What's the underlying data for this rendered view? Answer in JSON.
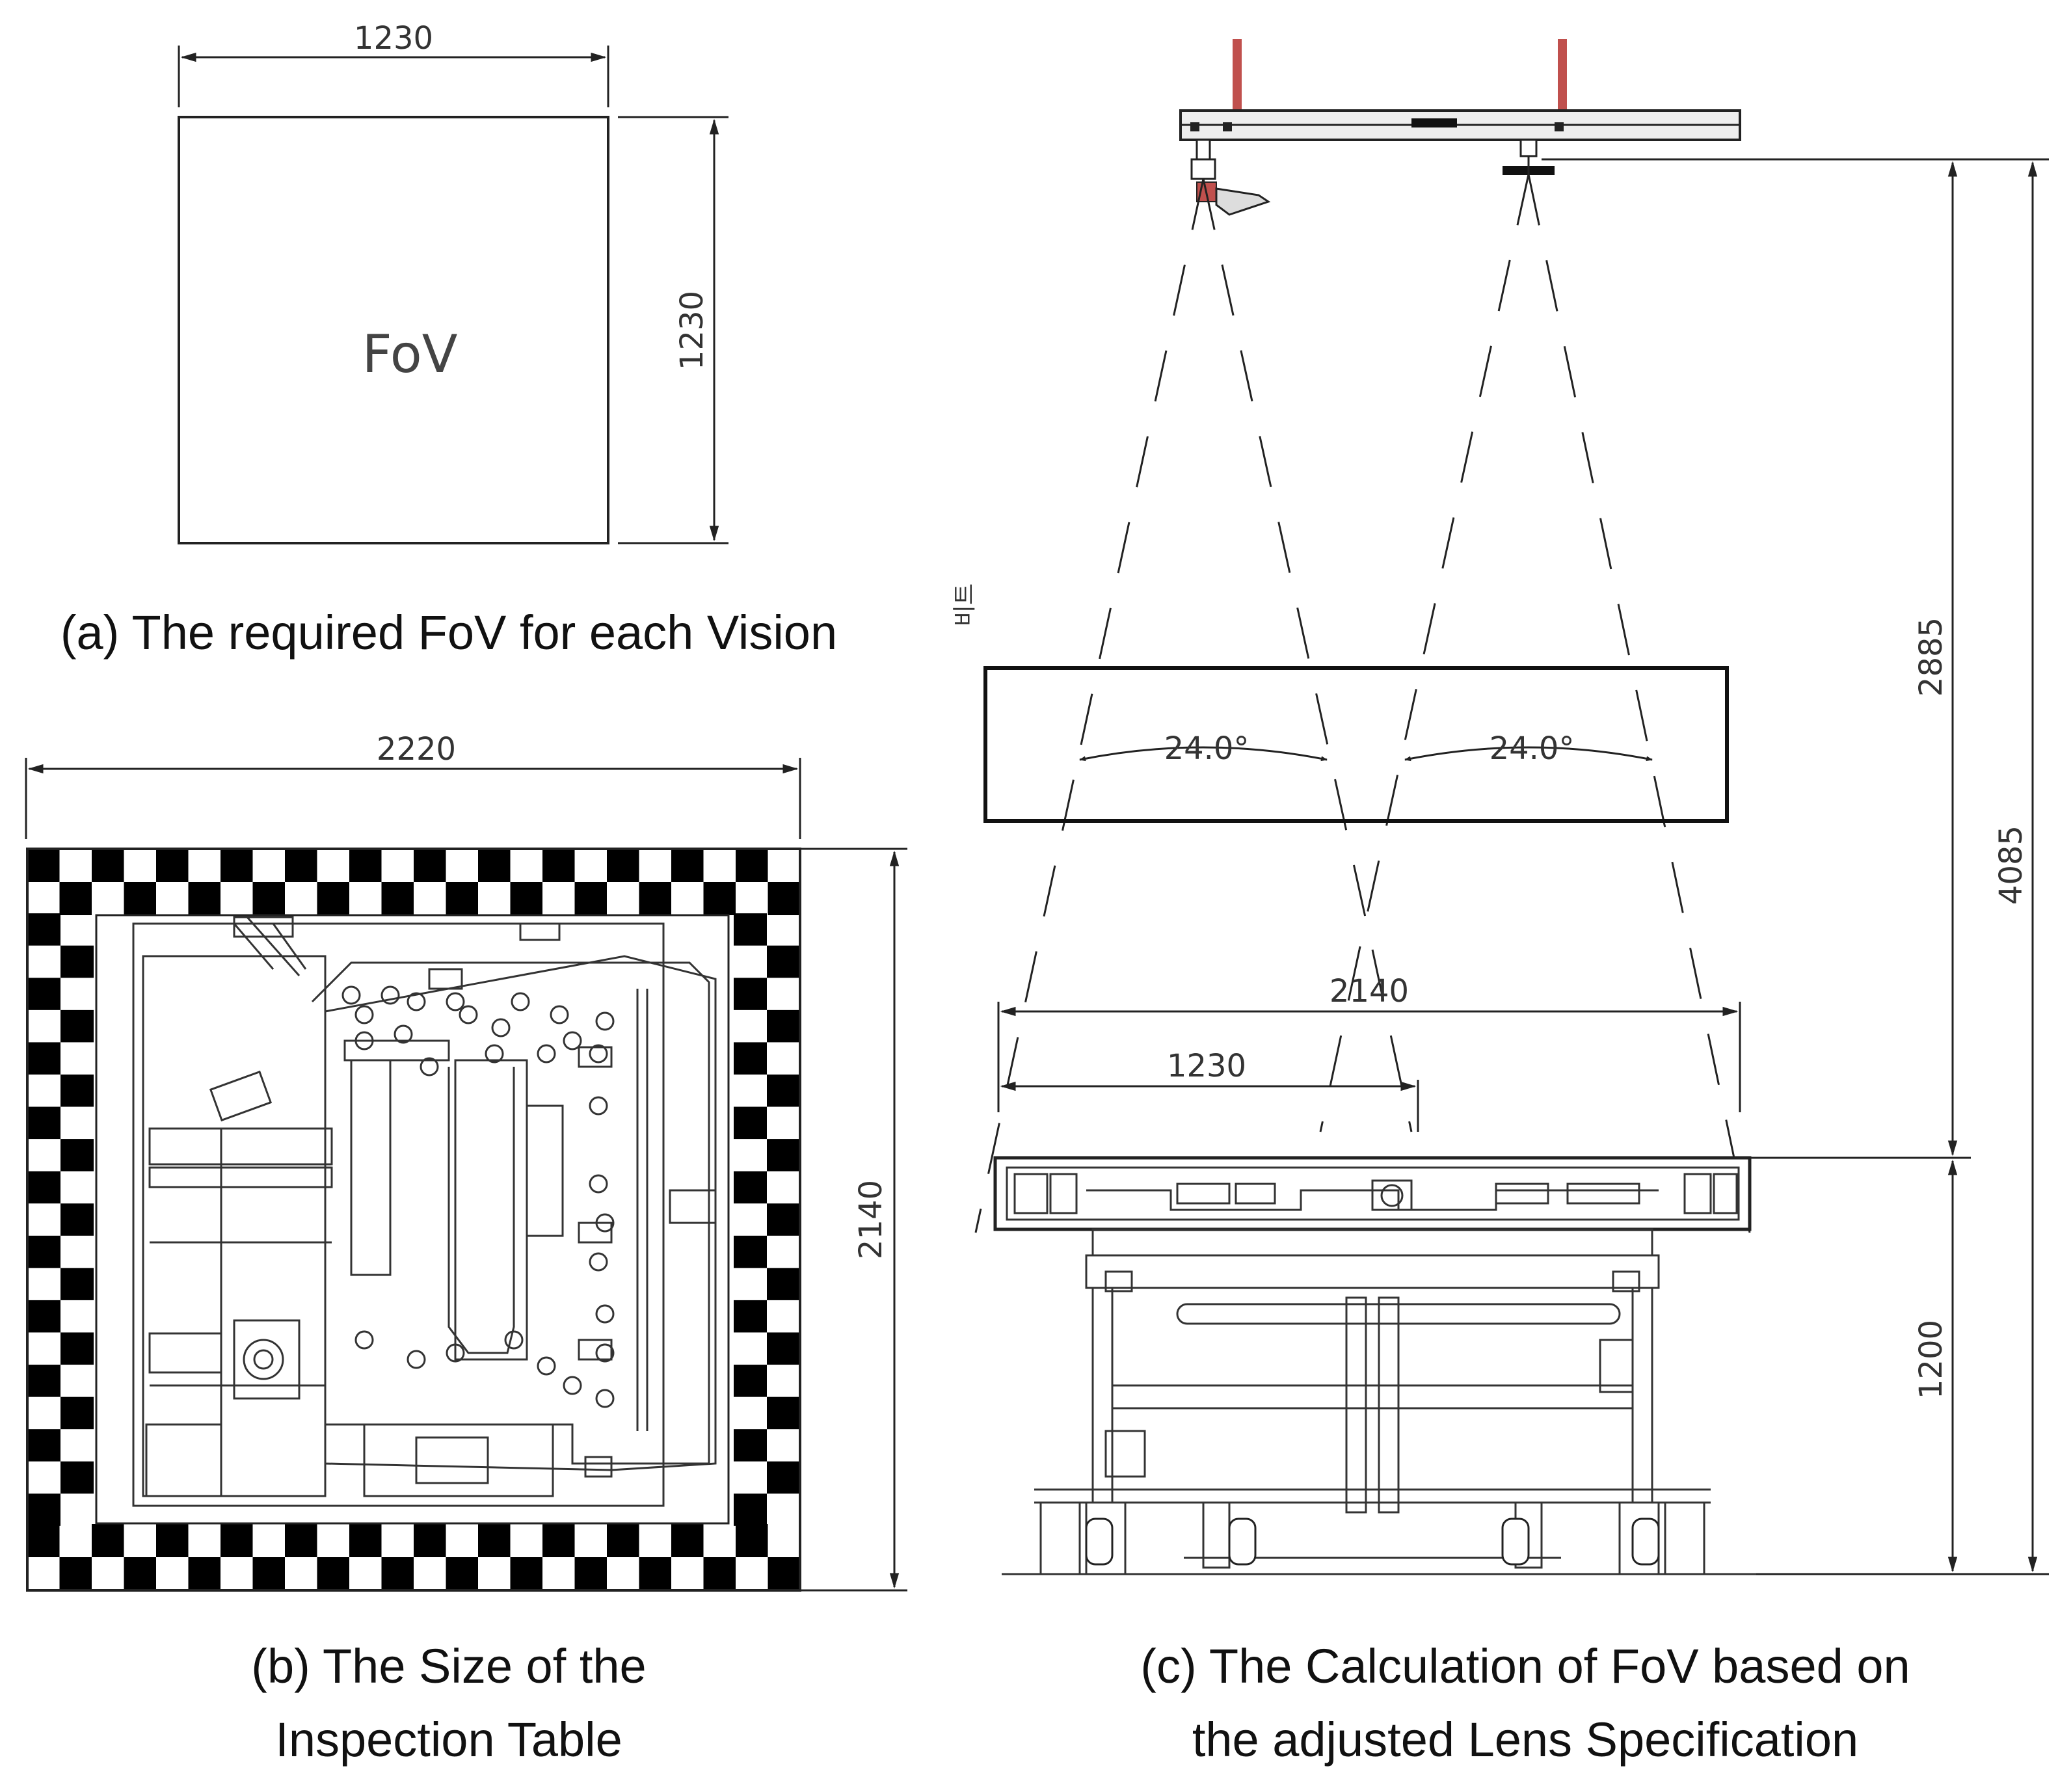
{
  "panel_a": {
    "fov_label": "FoV",
    "width_dim": "1230",
    "height_dim": "1230",
    "caption": "(a) The required FoV for each Vision"
  },
  "panel_b": {
    "width_dim": "2220",
    "height_dim": "2140",
    "caption_line1": "(b) The Size of the",
    "caption_line2": "Inspection Table"
  },
  "panel_c": {
    "angle_left": "24.0°",
    "angle_right": "24.0°",
    "table_width_dim": "2140",
    "fov_width_dim": "1230",
    "camera_to_table_dim": "2885",
    "total_height_dim": "4085",
    "table_height_dim": "1200",
    "side_mark": "비트",
    "caption_line1": "(c) The Calculation of FoV based on",
    "caption_line2": "the adjusted Lens Specification"
  },
  "colors": {
    "line": "#222222",
    "camera_mount": "#c0504d",
    "checker": "#000000"
  }
}
